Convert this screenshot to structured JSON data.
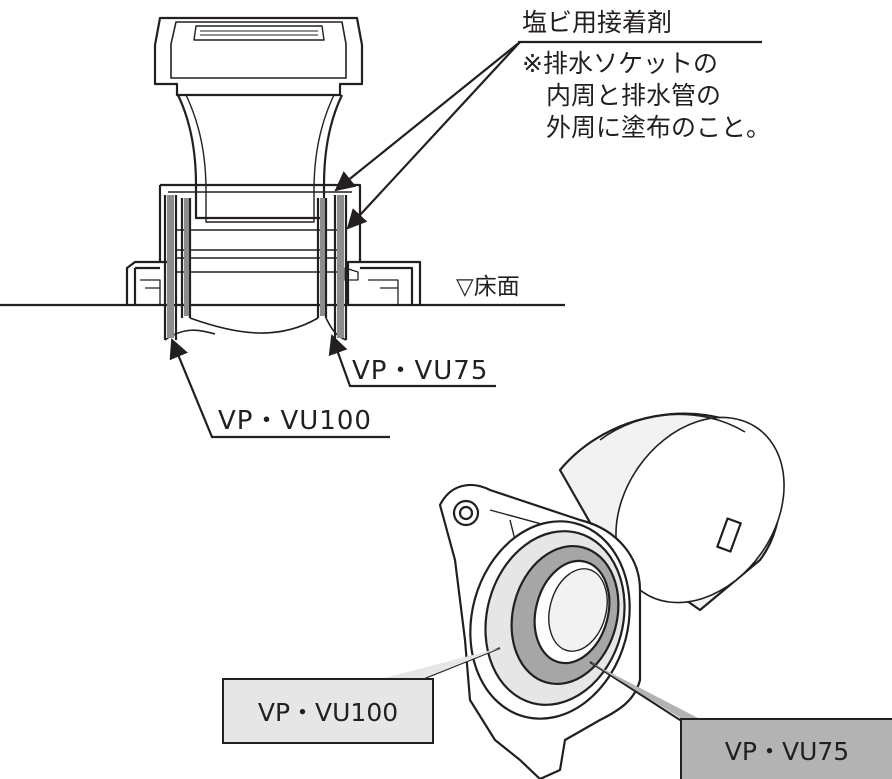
{
  "labels": {
    "adhesive_title": "塩ビ用接着剤",
    "note_line1": "※排水ソケットの",
    "note_line2": "内周と排水管の",
    "note_line3": "外周に塗布のこと。",
    "floor": "▽床面",
    "pipe_75_top": "VP・VU75",
    "pipe_100_top": "VP・VU100",
    "pipe_100_box": "VP・VU100",
    "pipe_75_box": "VP・VU75"
  },
  "colors": {
    "line": "#231f20",
    "adhesive_fill": "#8c8c8c",
    "light_box": "#e6e6e6",
    "dark_box": "#b3b3b3"
  }
}
